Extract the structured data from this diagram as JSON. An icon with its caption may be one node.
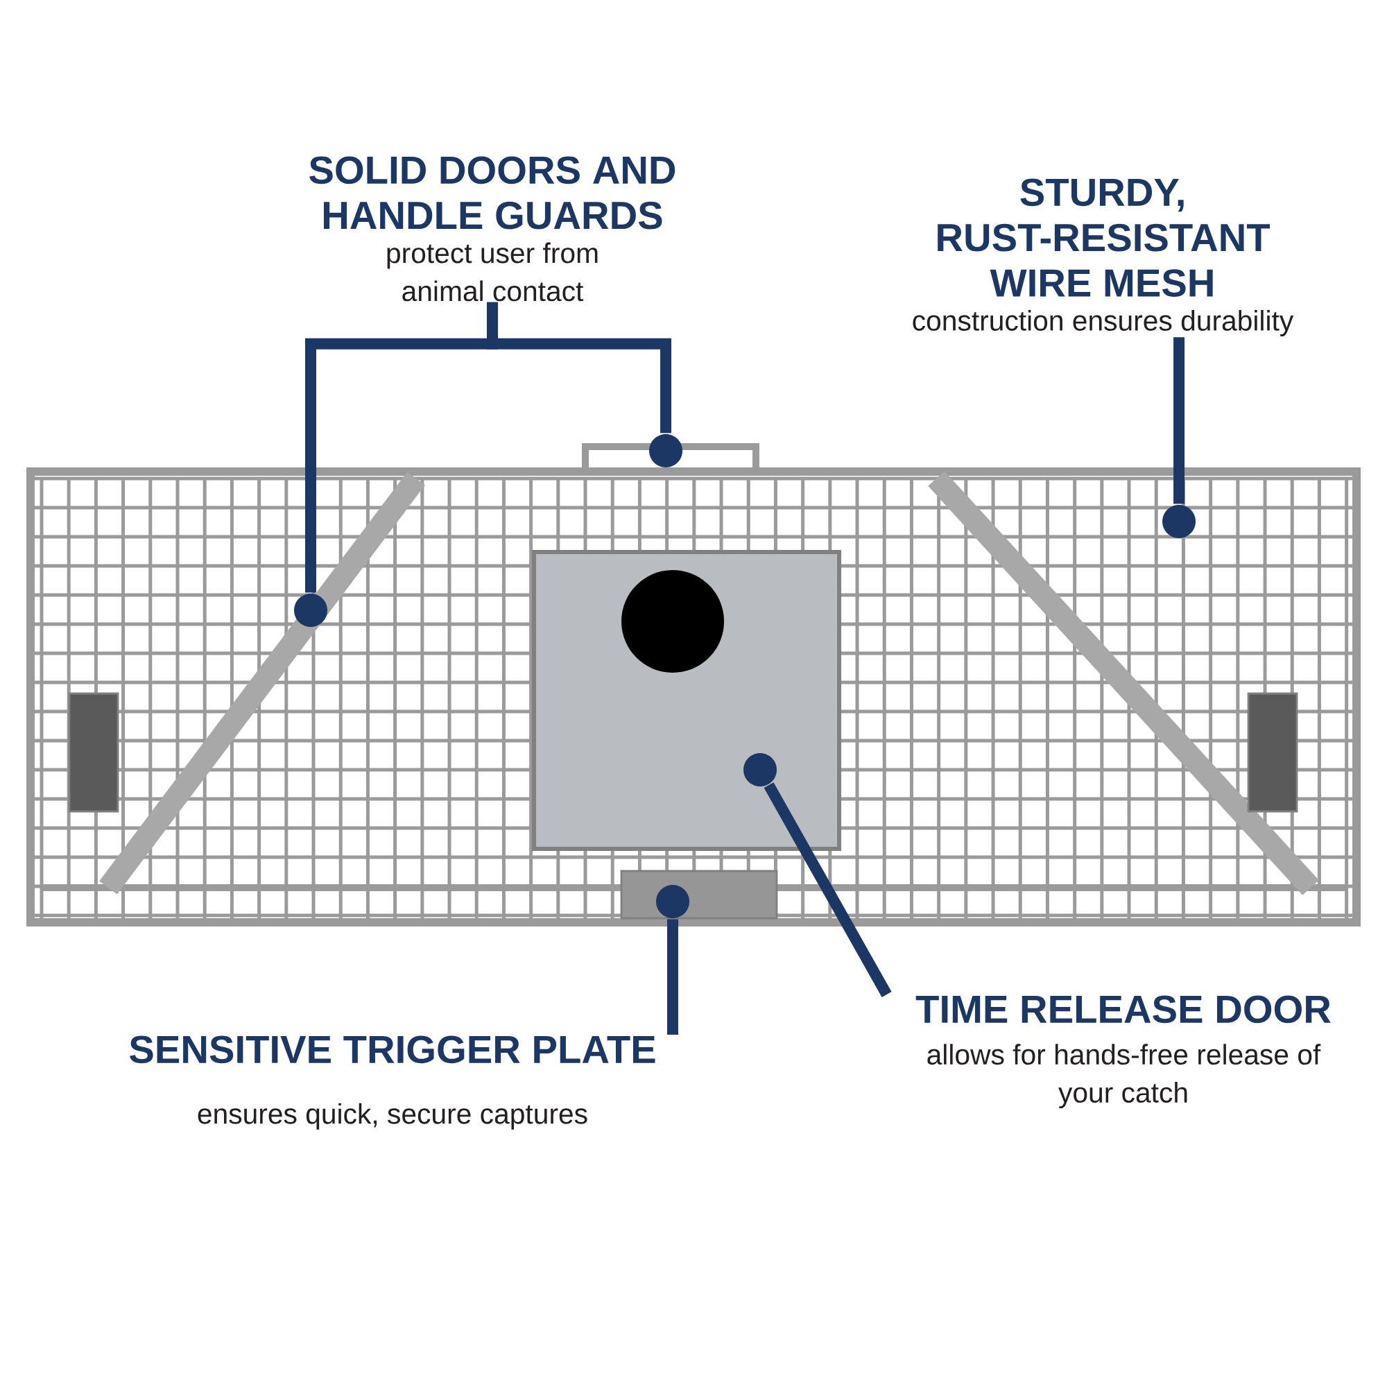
{
  "diagram": {
    "nodes": [
      {
        "text": [
          "SOLID DOORS AND HANDLE GUARDS",
          "protect user from animal contact"
        ]
      },
      {
        "text": [
          "STURDY, RUST-RESISTANT WIRE MESH",
          "construction ensures durability"
        ]
      },
      {
        "text": [
          "SENSITIVE TRIGGER PLATE",
          "ensures quick, secure captures"
        ]
      },
      {
        "text": [
          "TIME RELEASE DOOR",
          "allows for hands-free release of your catch"
        ]
      },
      {
        "text": [],
        "shape": "circle"
      },
      {
        "text": [],
        "shape": "circle"
      },
      {
        "text": [],
        "shape": "circle"
      },
      {
        "text": [],
        "shape": "circle"
      },
      {
        "text": [],
        "shape": "circle"
      }
    ],
    "edges": [
      {
        "from": 0,
        "to": 4,
        "arrow": "none"
      },
      {
        "from": 0,
        "to": 5,
        "arrow": "none"
      },
      {
        "from": 1,
        "to": 6,
        "arrow": "none"
      },
      {
        "from": 2,
        "to": 7,
        "arrow": "none"
      },
      {
        "from": 3,
        "to": 8,
        "arrow": "none"
      }
    ]
  }
}
